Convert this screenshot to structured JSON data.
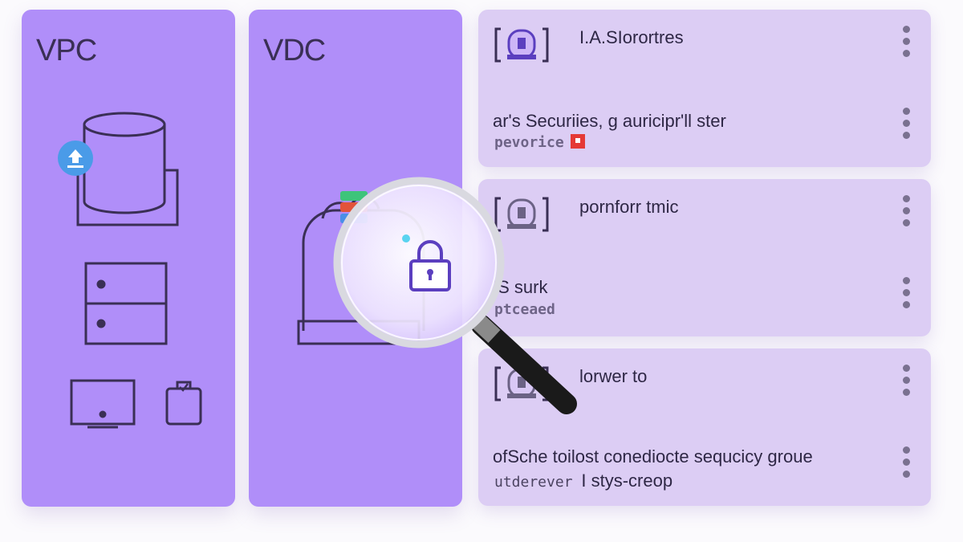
{
  "columns": [
    {
      "title": "VPC"
    },
    {
      "title": "VDC"
    }
  ],
  "cards": [
    {
      "title": "I.A.SIorortres",
      "subtitle": "ar's Securiies, g auricipr'll ster",
      "tag": "pevorice"
    },
    {
      "title": "pornforr tmic",
      "subtitle": "IS surk",
      "tag": "ptceaed"
    },
    {
      "title": "lorwer to",
      "subtitle": "ofSche toilost conediocte sequcicy groue",
      "tag": "utderever",
      "tag_rest": "I stys-creop"
    }
  ],
  "colors": {
    "column_bg": "#b08ef9",
    "card_bg": "#dccdf4",
    "outline": "#3a2f55",
    "lock": "#5b3fbf",
    "flag": "#e53935",
    "accent_blue": "#4a9be8"
  },
  "icons": [
    "database-icon",
    "server-icon",
    "monitor-icon",
    "clipboard-icon",
    "cloud-upload-icon",
    "storage-icon",
    "lock-icon",
    "magnifier-icon",
    "camera-badge-icon",
    "more-vertical-icon",
    "flag-icon"
  ]
}
